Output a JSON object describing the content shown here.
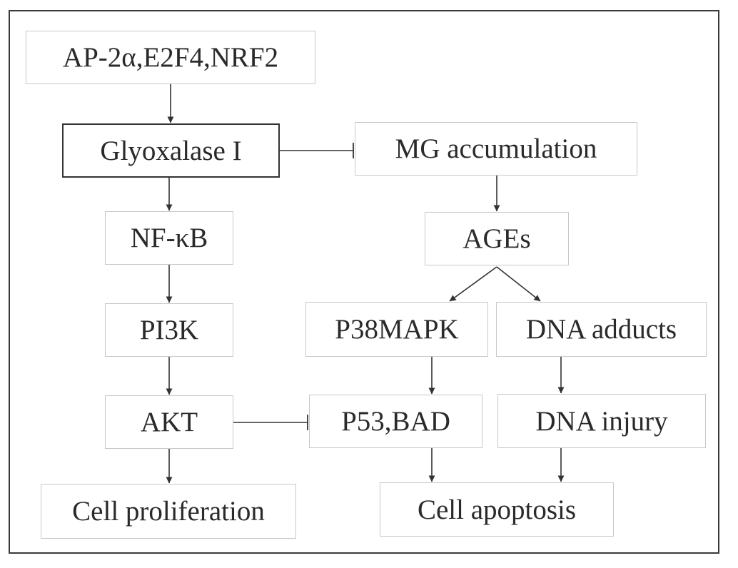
{
  "nodes": {
    "transcription_factors": "AP-2α,E2F4,NRF2",
    "glyoxalase": "Glyoxalase I",
    "mg_accumulation": "MG accumulation",
    "nfkb": "NF-κB",
    "ages": "AGEs",
    "pi3k": "PI3K",
    "p38mapk": "P38MAPK",
    "dna_adducts": "DNA adducts",
    "akt": "AKT",
    "p53_bad": "P53,BAD",
    "dna_injury": "DNA injury",
    "cell_proliferation": "Cell proliferation",
    "cell_apoptosis": "Cell apoptosis"
  },
  "edges": [
    {
      "from": "transcription_factors",
      "to": "glyoxalase",
      "type": "activates"
    },
    {
      "from": "glyoxalase",
      "to": "mg_accumulation",
      "type": "inhibits"
    },
    {
      "from": "glyoxalase",
      "to": "nfkb",
      "type": "activates"
    },
    {
      "from": "mg_accumulation",
      "to": "ages",
      "type": "activates"
    },
    {
      "from": "nfkb",
      "to": "pi3k",
      "type": "activates"
    },
    {
      "from": "ages",
      "to": "p38mapk",
      "type": "activates"
    },
    {
      "from": "ages",
      "to": "dna_adducts",
      "type": "activates"
    },
    {
      "from": "pi3k",
      "to": "akt",
      "type": "activates"
    },
    {
      "from": "p38mapk",
      "to": "p53_bad",
      "type": "activates"
    },
    {
      "from": "dna_adducts",
      "to": "dna_injury",
      "type": "activates"
    },
    {
      "from": "akt",
      "to": "p53_bad",
      "type": "inhibits"
    },
    {
      "from": "akt",
      "to": "cell_proliferation",
      "type": "activates"
    },
    {
      "from": "p53_bad",
      "to": "cell_apoptosis",
      "type": "activates"
    },
    {
      "from": "dna_injury",
      "to": "cell_apoptosis",
      "type": "activates"
    }
  ],
  "colors": {
    "line": "#333333",
    "box_border": "#c8c8c8",
    "text": "#2a2a2a",
    "frame": "#3a3a3a"
  }
}
